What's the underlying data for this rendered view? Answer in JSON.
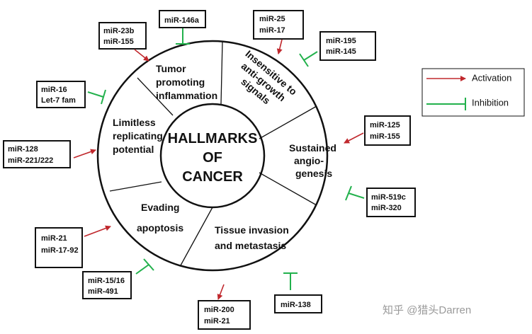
{
  "center": {
    "lines": [
      "HALLMARKS",
      "OF",
      "CANCER"
    ]
  },
  "segments": {
    "inflammation": [
      "Tumor",
      "promoting",
      "inflammation"
    ],
    "antigrowth": [
      "Insensitive to",
      "anti-growth",
      "signals"
    ],
    "angiogenesis": [
      "Sustained",
      "angio-",
      "genesis"
    ],
    "invasion": [
      "Tissue invasion",
      "and metastasis"
    ],
    "apoptosis": [
      "Evading",
      "apoptosis"
    ],
    "replicating": [
      "Limitless",
      "replicating",
      "potential"
    ]
  },
  "boxes": {
    "mir23b": [
      "miR-23b",
      "miR-155"
    ],
    "mir146a": [
      "miR-146a"
    ],
    "mir25": [
      "miR-25",
      "miR-17"
    ],
    "mir195": [
      "miR-195",
      "miR-145"
    ],
    "mir16": [
      "miR-16",
      "Let-7 fam"
    ],
    "mir125": [
      "miR-125",
      "miR-155"
    ],
    "mir128": [
      "miR-128",
      "miR-221/222"
    ],
    "mir519c": [
      "miR-519c",
      "miR-320"
    ],
    "mir21": [
      "miR-21",
      "miR-17-92"
    ],
    "mir15": [
      "miR-15/16",
      "miR-491"
    ],
    "mir200": [
      "miR-200",
      "miR-21"
    ],
    "mir138": [
      "miR-138"
    ]
  },
  "legend": {
    "activation": "Activation",
    "inhibition": "Inhibition"
  },
  "watermark": "知乎 @猎头Darren",
  "colors": {
    "activation": "#c0282d",
    "inhibition": "#22b14c",
    "line": "#111111"
  }
}
